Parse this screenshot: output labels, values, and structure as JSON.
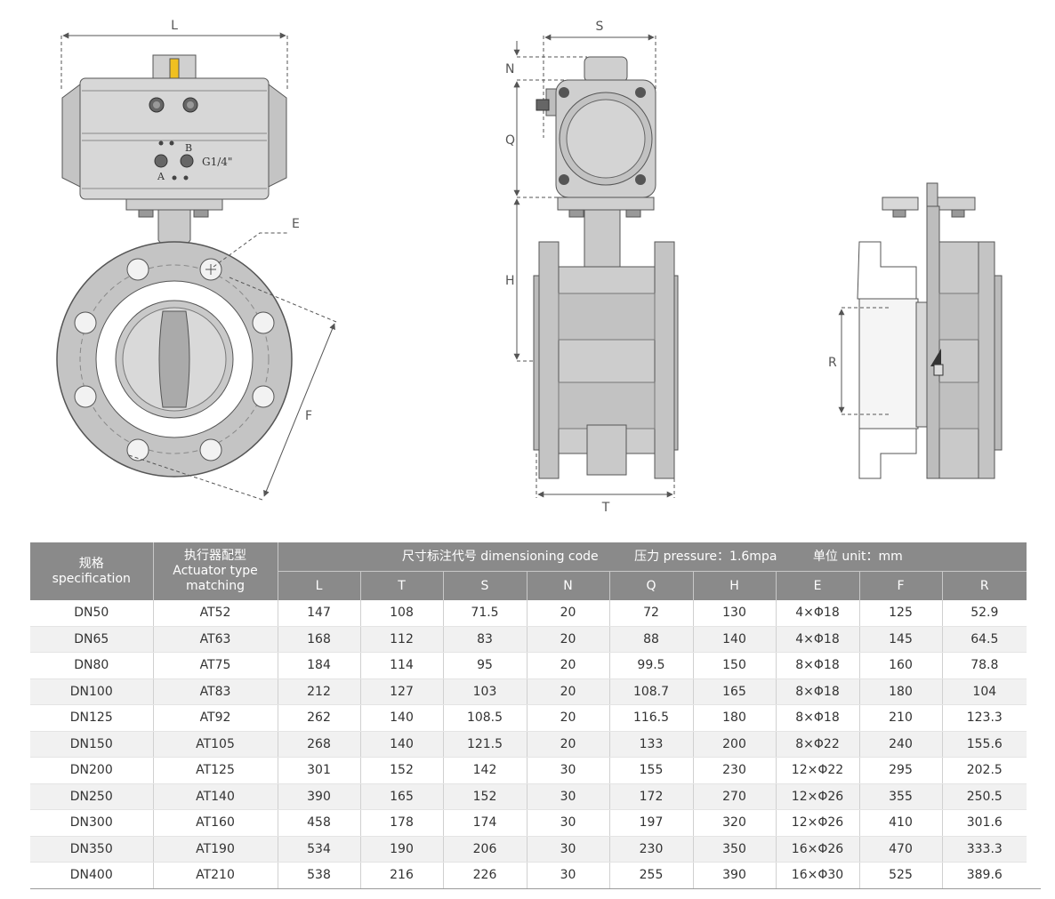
{
  "drawings": {
    "front_view": {
      "dim_labels": [
        "L",
        "E",
        "F"
      ],
      "port_labels": [
        "A",
        "B"
      ],
      "thread_label": "G1/4\""
    },
    "side_view": {
      "dim_labels": [
        "S",
        "N",
        "Q",
        "H",
        "T"
      ]
    },
    "section_view": {
      "dim_labels": [
        "R"
      ]
    },
    "colors": {
      "body": "#c9c9c9",
      "actuator": "#d7d7d7",
      "line": "#555555",
      "indicator": "#f0c020"
    }
  },
  "table": {
    "header": {
      "spec_cn": "规格",
      "spec_en": "specification",
      "actuator_cn": "执行器配型",
      "actuator_en": "Actuator type matching",
      "code_label": "尺寸标注代号 dimensioning code",
      "pressure_label": "压力 pressure：1.6mpa",
      "unit_label": "单位 unit：mm"
    },
    "columns": [
      "L",
      "T",
      "S",
      "N",
      "Q",
      "H",
      "E",
      "F",
      "R"
    ],
    "rows": [
      [
        "DN50",
        "AT52",
        "147",
        "108",
        "71.5",
        "20",
        "72",
        "130",
        "4×Φ18",
        "125",
        "52.9"
      ],
      [
        "DN65",
        "AT63",
        "168",
        "112",
        "83",
        "20",
        "88",
        "140",
        "4×Φ18",
        "145",
        "64.5"
      ],
      [
        "DN80",
        "AT75",
        "184",
        "114",
        "95",
        "20",
        "99.5",
        "150",
        "8×Φ18",
        "160",
        "78.8"
      ],
      [
        "DN100",
        "AT83",
        "212",
        "127",
        "103",
        "20",
        "108.7",
        "165",
        "8×Φ18",
        "180",
        "104"
      ],
      [
        "DN125",
        "AT92",
        "262",
        "140",
        "108.5",
        "20",
        "116.5",
        "180",
        "8×Φ18",
        "210",
        "123.3"
      ],
      [
        "DN150",
        "AT105",
        "268",
        "140",
        "121.5",
        "20",
        "133",
        "200",
        "8×Φ22",
        "240",
        "155.6"
      ],
      [
        "DN200",
        "AT125",
        "301",
        "152",
        "142",
        "30",
        "155",
        "230",
        "12×Φ22",
        "295",
        "202.5"
      ],
      [
        "DN250",
        "AT140",
        "390",
        "165",
        "152",
        "30",
        "172",
        "270",
        "12×Φ26",
        "355",
        "250.5"
      ],
      [
        "DN300",
        "AT160",
        "458",
        "178",
        "174",
        "30",
        "197",
        "320",
        "12×Φ26",
        "410",
        "301.6"
      ],
      [
        "DN350",
        "AT190",
        "534",
        "190",
        "206",
        "30",
        "230",
        "350",
        "16×Φ26",
        "470",
        "333.3"
      ],
      [
        "DN400",
        "AT210",
        "538",
        "216",
        "226",
        "30",
        "255",
        "390",
        "16×Φ30",
        "525",
        "389.6"
      ]
    ]
  }
}
